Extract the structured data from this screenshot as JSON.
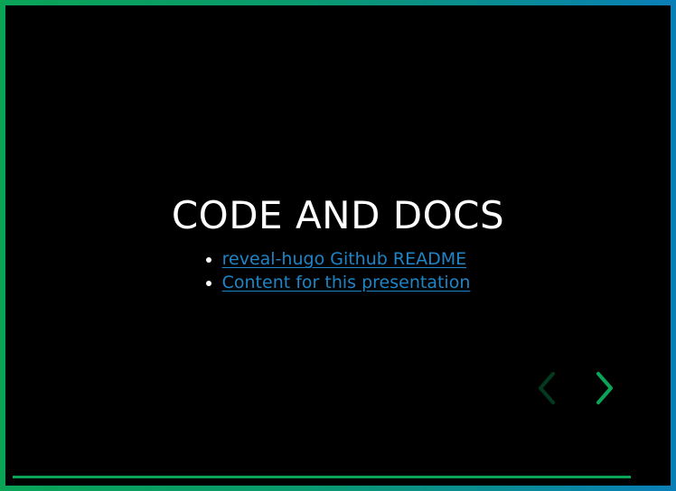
{
  "slide": {
    "title": "CODE AND DOCS",
    "links": [
      {
        "label": "reveal-hugo Github README"
      },
      {
        "label": "Content for this presentation"
      }
    ]
  },
  "controls": {
    "prev_icon": "chevron-left-icon",
    "next_icon": "chevron-right-icon",
    "accent_color": "#0aa457"
  },
  "progress": {
    "value": 1.0
  },
  "theme": {
    "border_gradient": [
      "#0aa457",
      "#0a7fb7"
    ],
    "link_color": "#1f85c6",
    "background": "#000000"
  }
}
